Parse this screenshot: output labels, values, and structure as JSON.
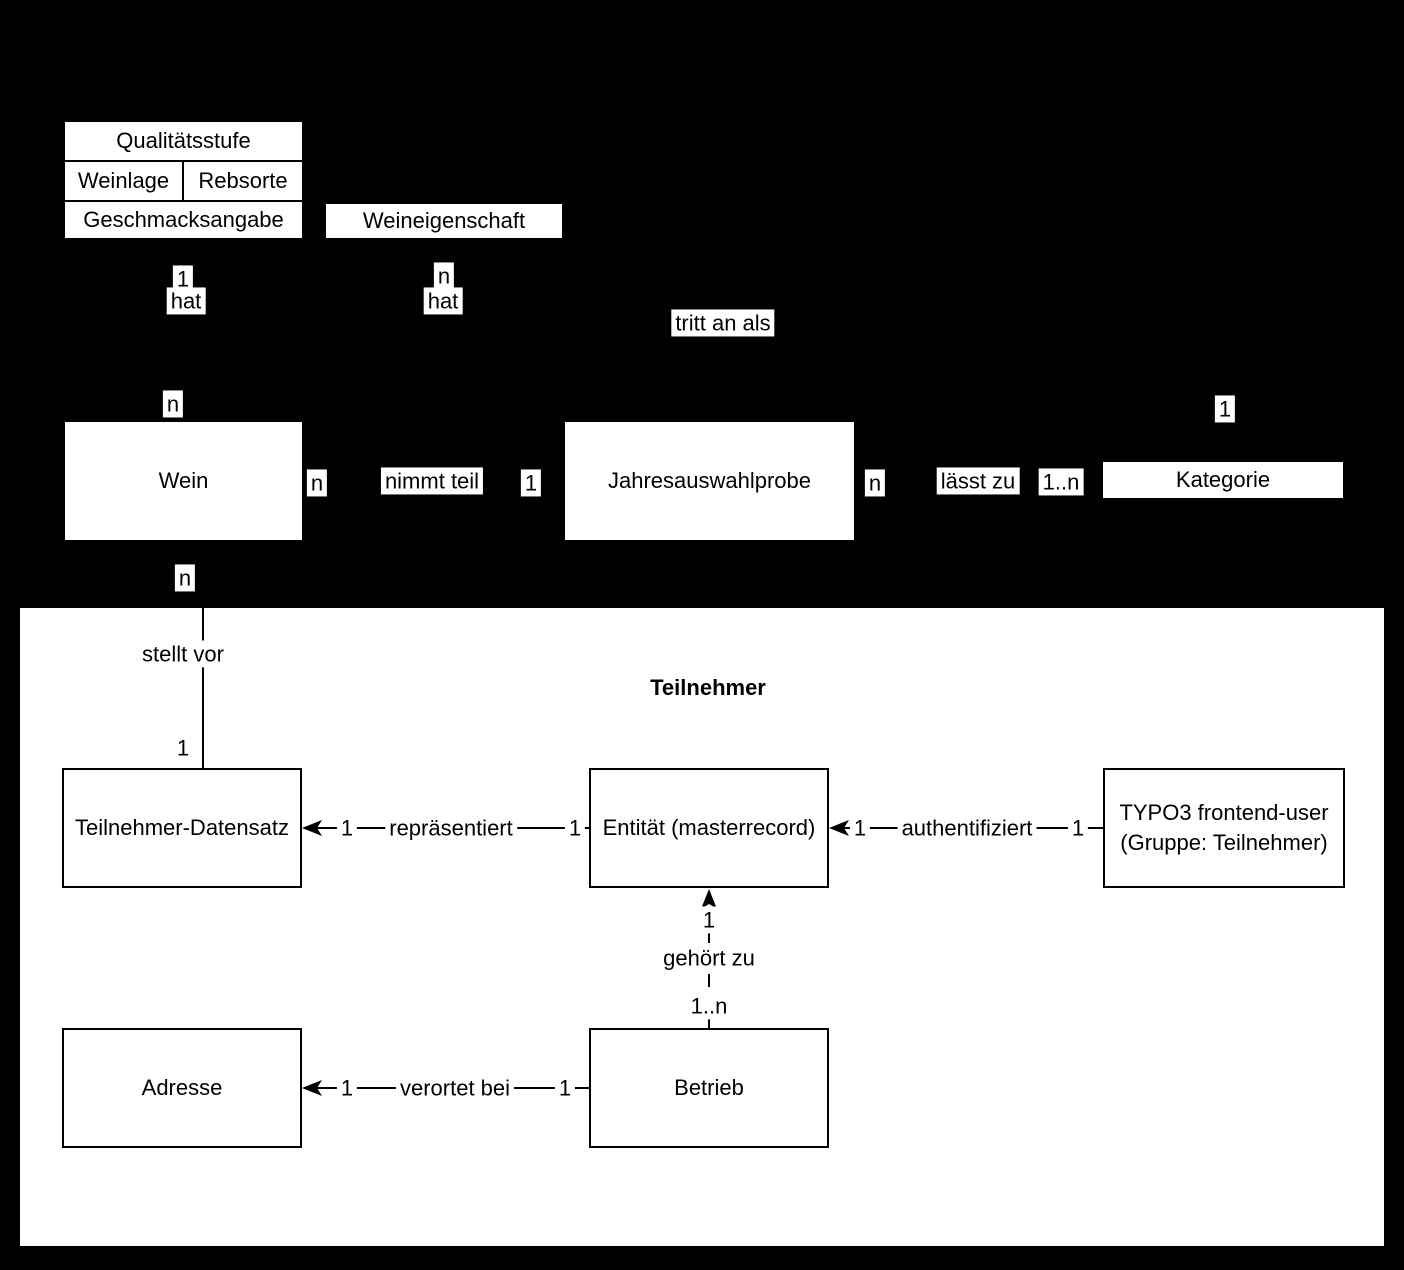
{
  "colors": {
    "background": "#000000",
    "box_fill": "#ffffff",
    "stroke": "#000000",
    "text": "#000000"
  },
  "top": {
    "attribute_stack": {
      "qualitaetsstufe": "Qualitätsstufe",
      "weinlage": "Weinlage",
      "rebsorte": "Rebsorte",
      "geschmacksangabe": "Geschmacksangabe"
    },
    "weineigenschaft": "Weineigenschaft",
    "rel_hat_links": {
      "cardinality": "1",
      "label": "hat"
    },
    "rel_hat_rechts": {
      "cardinality": "n",
      "label": "hat"
    },
    "rel_tritt_an_als": {
      "label": "tritt an als"
    },
    "wein": {
      "name": "Wein",
      "card_top": "n",
      "card_right": "n",
      "card_bottom": "n"
    },
    "rel_nimmt_teil": {
      "label": "nimmt teil",
      "card_right": "1"
    },
    "jahresauswahlprobe": {
      "name": "Jahresauswahlprobe",
      "card_right": "n"
    },
    "rel_laesst_zu": {
      "label": "lässt zu",
      "card_right": "1..n"
    },
    "kategorie": {
      "name": "Kategorie",
      "card_top": "1"
    }
  },
  "boundary": {
    "title": "Teilnehmer",
    "rel_stellt_vor": {
      "label": "stellt vor",
      "card_bottom": "1"
    },
    "teilnehmer_datensatz": {
      "name": "Teilnehmer-Datensatz"
    },
    "entitaet": {
      "name": "Entität (masterrecord)"
    },
    "typo3": {
      "line1": "TYPO3 frontend-user",
      "line2": "(Gruppe: Teilnehmer)"
    },
    "rel_repraesentiert": {
      "card_left": "1",
      "label": "repräsentiert",
      "card_right": "1"
    },
    "rel_authentifiziert": {
      "card_left": "1",
      "label": "authentifiziert",
      "card_right": "1"
    },
    "rel_gehoert_zu": {
      "card_top": "1",
      "label": "gehört zu",
      "card_bottom": "1..n"
    },
    "adresse": {
      "name": "Adresse"
    },
    "betrieb": {
      "name": "Betrieb"
    },
    "rel_verortet_bei": {
      "card_left": "1",
      "label": "verortet bei",
      "card_right": "1"
    }
  }
}
